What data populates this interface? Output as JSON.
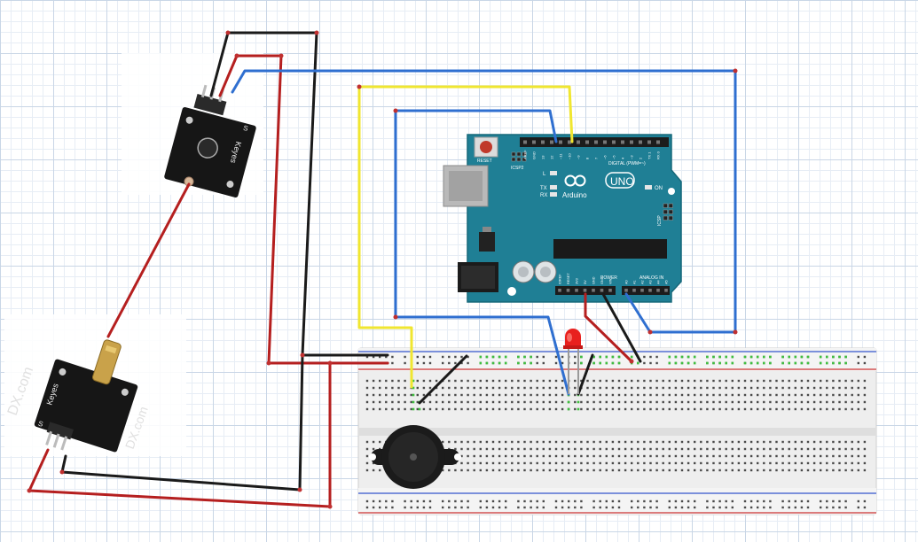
{
  "arduino": {
    "reset_label": "RESET",
    "icsp2_label": "ICSP2",
    "l_label": "L",
    "tx_label": "TX",
    "rx_label": "RX",
    "brand_label": "Arduino",
    "model_label": "UNO",
    "digital_label": "DIGITAL (PWM=~)",
    "on_label": "ON",
    "icsp_label": "ICSP",
    "power_label": "POWER",
    "analog_label": "ANALOG IN",
    "board_color": "#1f7f95",
    "digital_pins": [
      "AREF",
      "GND",
      "13",
      "12",
      "~11",
      "~10",
      "~9",
      "8",
      "7",
      "~6",
      "~5",
      "4",
      "~3",
      "2",
      "TX 1",
      "RX 0"
    ],
    "power_pins": [
      "IOREF",
      "RESET",
      "3V3",
      "5V",
      "GND",
      "GND",
      "VIN"
    ],
    "analog_pins": [
      "A0",
      "A1",
      "A2",
      "A3",
      "A4",
      "A5"
    ]
  },
  "sensor_module": {
    "brand_label": "Keyes",
    "pin_label": "S"
  },
  "laser_module": {
    "brand_label": "Keyes",
    "pin_label": "S"
  },
  "watermark": "DX.com",
  "wires": {
    "red": "#b51f1f",
    "black": "#1a1a1a",
    "blue": "#2f6fd0",
    "yellow": "#f0e630"
  },
  "components": {
    "led_color": "#e8201e",
    "buzzer_color": "#1b1b1b"
  }
}
